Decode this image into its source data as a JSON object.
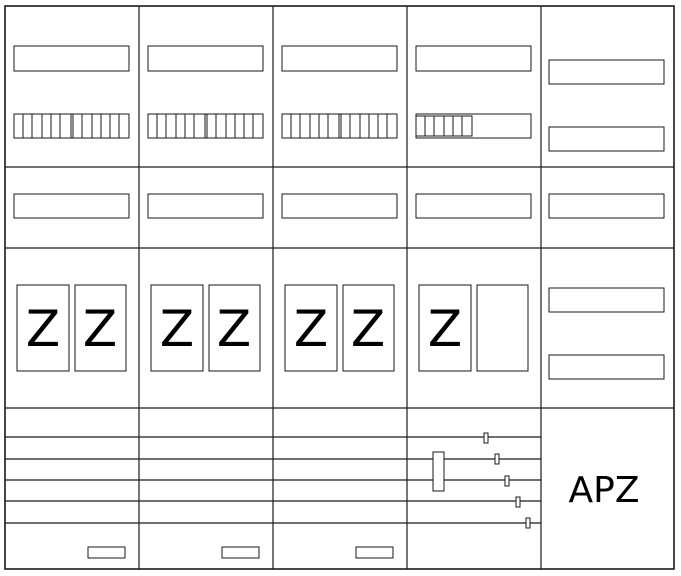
{
  "columns": [
    {
      "meters": [
        "Z",
        "Z"
      ]
    },
    {
      "meters": [
        "Z",
        "Z"
      ]
    },
    {
      "meters": [
        "Z",
        "Z"
      ]
    },
    {
      "meters": [
        "Z",
        ""
      ]
    }
  ],
  "right_column": {
    "label": "APZ"
  }
}
